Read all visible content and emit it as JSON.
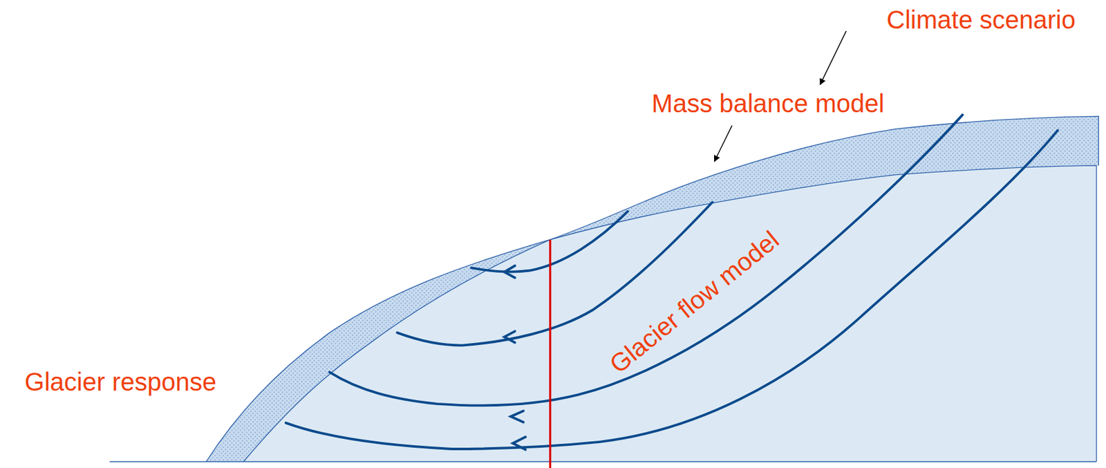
{
  "diagram": {
    "labels": [
      "Climate scenario",
      "Mass balance model",
      "Glacier flow model",
      "Glacier response"
    ]
  }
}
